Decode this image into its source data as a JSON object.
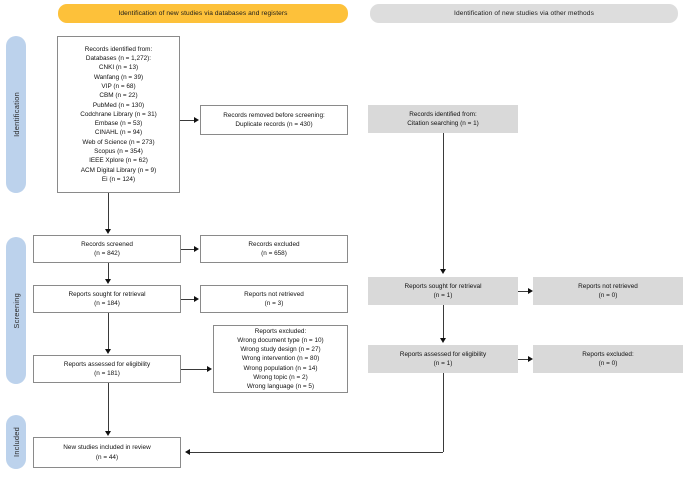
{
  "diagram": {
    "type": "PRISMA 2020 flow diagram",
    "headers": {
      "left": "Identification of new studies via databases and registers",
      "right": "Identification of new studies via other methods",
      "left_color": "#fdc13a",
      "right_color": "#dddddd"
    },
    "phases": [
      {
        "label": "Identification"
      },
      {
        "label": "Screening"
      },
      {
        "label": "Included"
      }
    ],
    "left_column": {
      "identified": {
        "lines": [
          "Records identified from:",
          "Databases (n = 1,272):",
          "CNKI (n = 13)",
          "Wanfang (n = 39)",
          "VIP (n = 68)",
          "CBM (n = 22)",
          "PubMed (n = 130)",
          "Codchrane Library (n = 31)",
          "Embase (n = 53)",
          "CINAHL (n = 94)",
          "Web of Science (n = 273)",
          "Scopus (n = 354)",
          "IEEE Xplore (n = 62)",
          "ACM Digital Library (n = 9)",
          "Ei (n = 124)"
        ]
      },
      "removed": {
        "lines": [
          "Records removed before screening:",
          "Duplicate records (n = 430)"
        ]
      },
      "screened": {
        "lines": [
          "Records screened",
          "(n = 842)"
        ]
      },
      "excluded": {
        "lines": [
          "Records excluded",
          "(n = 658)"
        ]
      },
      "sought": {
        "lines": [
          "Reports sought for retrieval",
          "(n = 184)"
        ]
      },
      "not_retrieved": {
        "lines": [
          "Reports not retrieved",
          "(n = 3)"
        ]
      },
      "assessed": {
        "lines": [
          "Reports assessed for eligibility",
          "(n = 181)"
        ]
      },
      "reports_excluded": {
        "lines": [
          "Reports excluded:",
          "Wrong document type (n = 10)",
          "Wrong study design (n = 27)",
          "Wrong intervention (n = 80)",
          "Wrong population (n = 14)",
          "Wrong topic (n = 2)",
          "Wrong language (n = 5)"
        ]
      },
      "included": {
        "lines": [
          "New studies included in review",
          "(n = 44)"
        ]
      }
    },
    "right_column": {
      "identified": {
        "lines": [
          "Records identified from:",
          "Citation searching (n = 1)"
        ]
      },
      "sought": {
        "lines": [
          "Reports sought for retrieval",
          "(n = 1)"
        ]
      },
      "not_retrieved": {
        "lines": [
          "Reports not retrieved",
          "(n = 0)"
        ]
      },
      "assessed": {
        "lines": [
          "Reports assessed for eligibility",
          "(n = 1)"
        ]
      },
      "reports_excluded": {
        "lines": [
          "Reports excluded:",
          "(n = 0)"
        ]
      }
    }
  }
}
